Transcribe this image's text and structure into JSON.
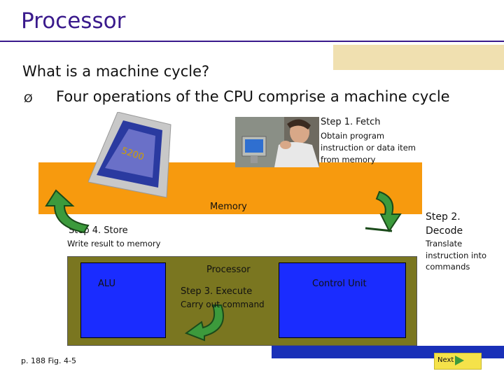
{
  "header": {
    "title": "Processor"
  },
  "content": {
    "subtitle": "What is a machine cycle?",
    "bullet_marker": "Ø",
    "bullet_text": "Four operations of the CPU comprise a machine cycle"
  },
  "diagram": {
    "memory_label": "Memory",
    "processor_label": "Processor",
    "alu_label": "ALU",
    "control_unit_label": "Control Unit",
    "monitor_text": "5200",
    "steps": {
      "step1": {
        "title": "Step 1.  Fetch",
        "desc": "Obtain program instruction or data item from memory"
      },
      "step2": {
        "title": "Step 2. Decode",
        "desc": "Translate instruction into commands"
      },
      "step3": {
        "title": "Step 3. Execute",
        "desc": "Carry out command"
      },
      "step4": {
        "title": "Step 4. Store",
        "desc": "Write result to memory"
      }
    }
  },
  "footer": {
    "figure_ref": "p. 188 Fig. 4-5",
    "next_label": "Next"
  },
  "colors": {
    "title": "#3a1a8c",
    "memory": "#f79a0e",
    "processor": "#7a7620",
    "unit": "#1a2cff",
    "arrow": "#3c9a3c",
    "next_button": "#f5e24a"
  }
}
